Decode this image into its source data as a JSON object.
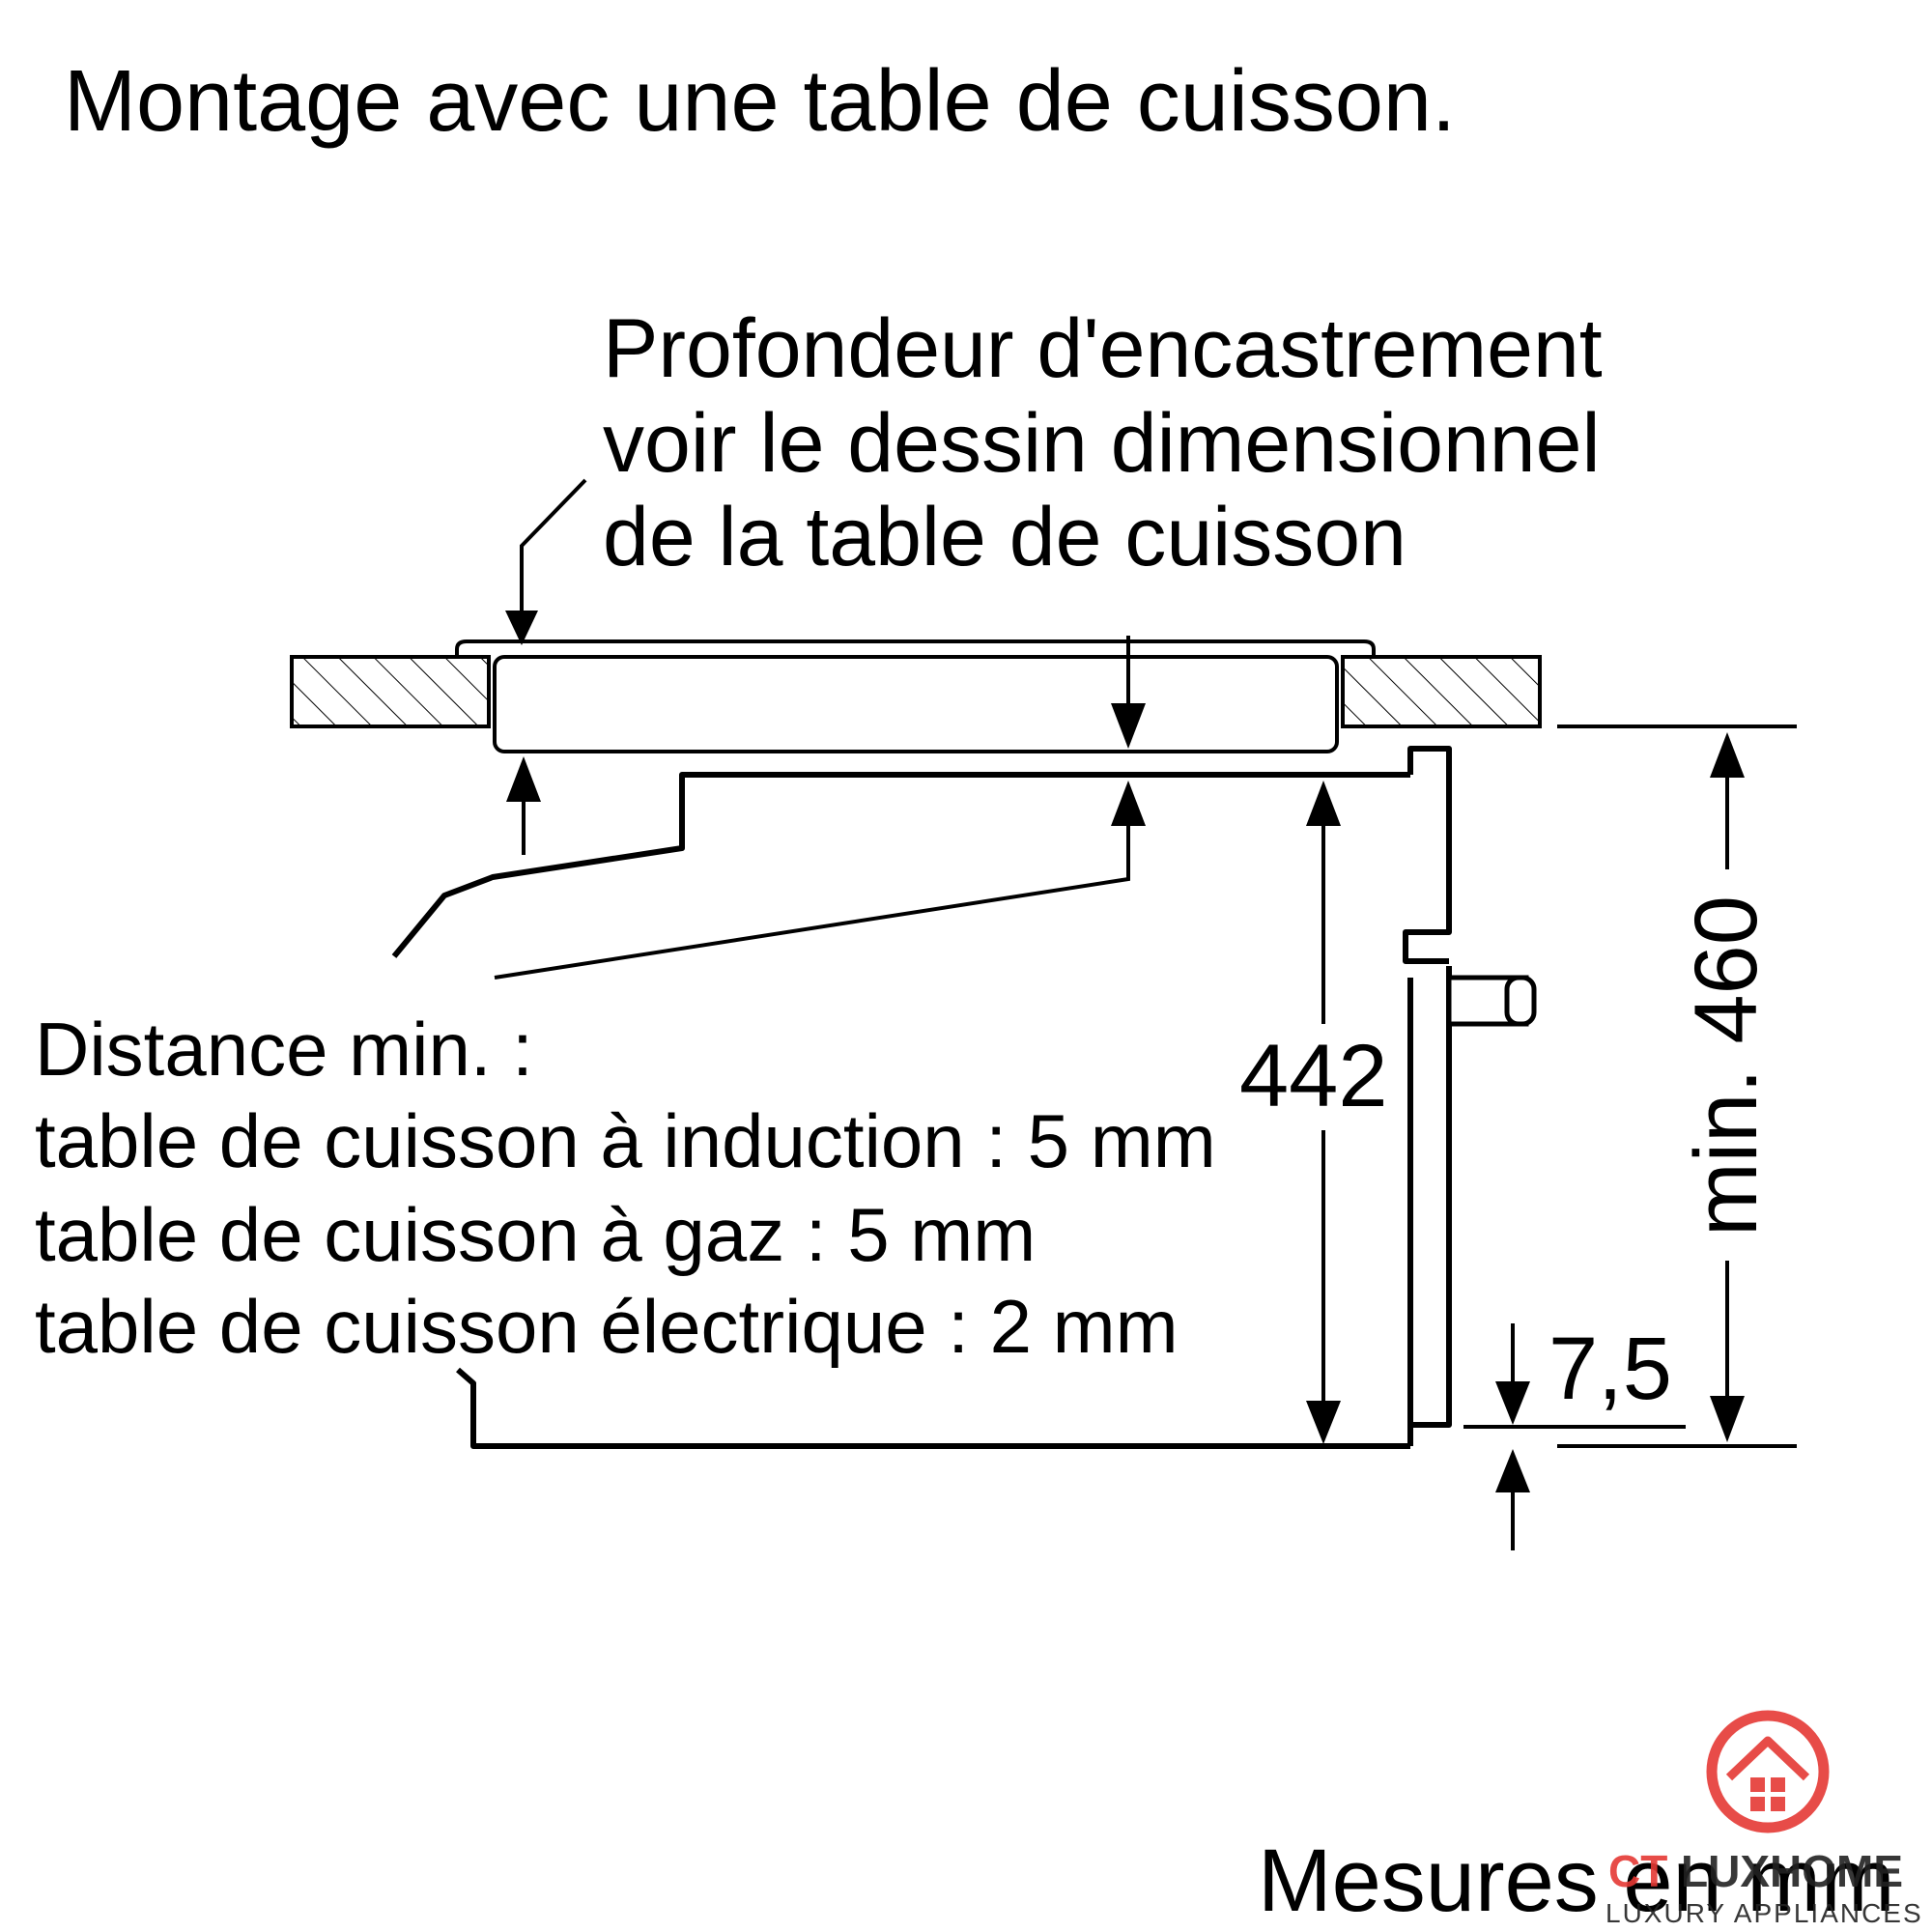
{
  "title": "Montage avec une table de cuisson.",
  "note": {
    "lines": [
      "Profondeur d'encastrement",
      "voir le dessin dimensionnel",
      "de la table de cuisson"
    ]
  },
  "distance": {
    "heading": "Distance min. :",
    "lines": [
      "table de cuisson à induction : 5 mm",
      "table de cuisson à gaz : 5 mm",
      "table de cuisson électrique : 2 mm"
    ]
  },
  "dimensions": {
    "oven_height": "442",
    "niche_height": "min. 460",
    "offset": "7,5"
  },
  "footer": "Mesures en mm",
  "watermark": {
    "brand_a": "CT",
    "brand_b": "LUXHOME",
    "tagline": "LUXURY APPLIANCES",
    "color": "#e53935"
  }
}
